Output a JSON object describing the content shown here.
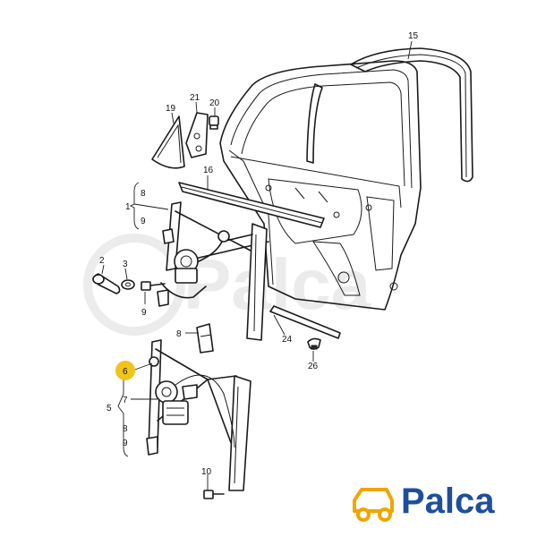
{
  "callouts": {
    "c1": "1",
    "c2": "2",
    "c3": "3",
    "c5": "5",
    "c6": "6",
    "c7": "7",
    "c8a": "8",
    "c8b": "8",
    "c8c": "8",
    "c9a": "9",
    "c9b": "9",
    "c9c": "9",
    "c10": "10",
    "c15": "15",
    "c16": "16",
    "c19": "19",
    "c20": "20",
    "c21": "21",
    "c24": "24",
    "c26": "26"
  },
  "highlight": {
    "callout": "6",
    "color": "#f0c419"
  },
  "watermark": {
    "text": "Palca",
    "color": "#dcdcdc"
  },
  "brand": {
    "name": "Palca",
    "color_text": "#1f4e9c",
    "color_car": "#f0a500"
  }
}
